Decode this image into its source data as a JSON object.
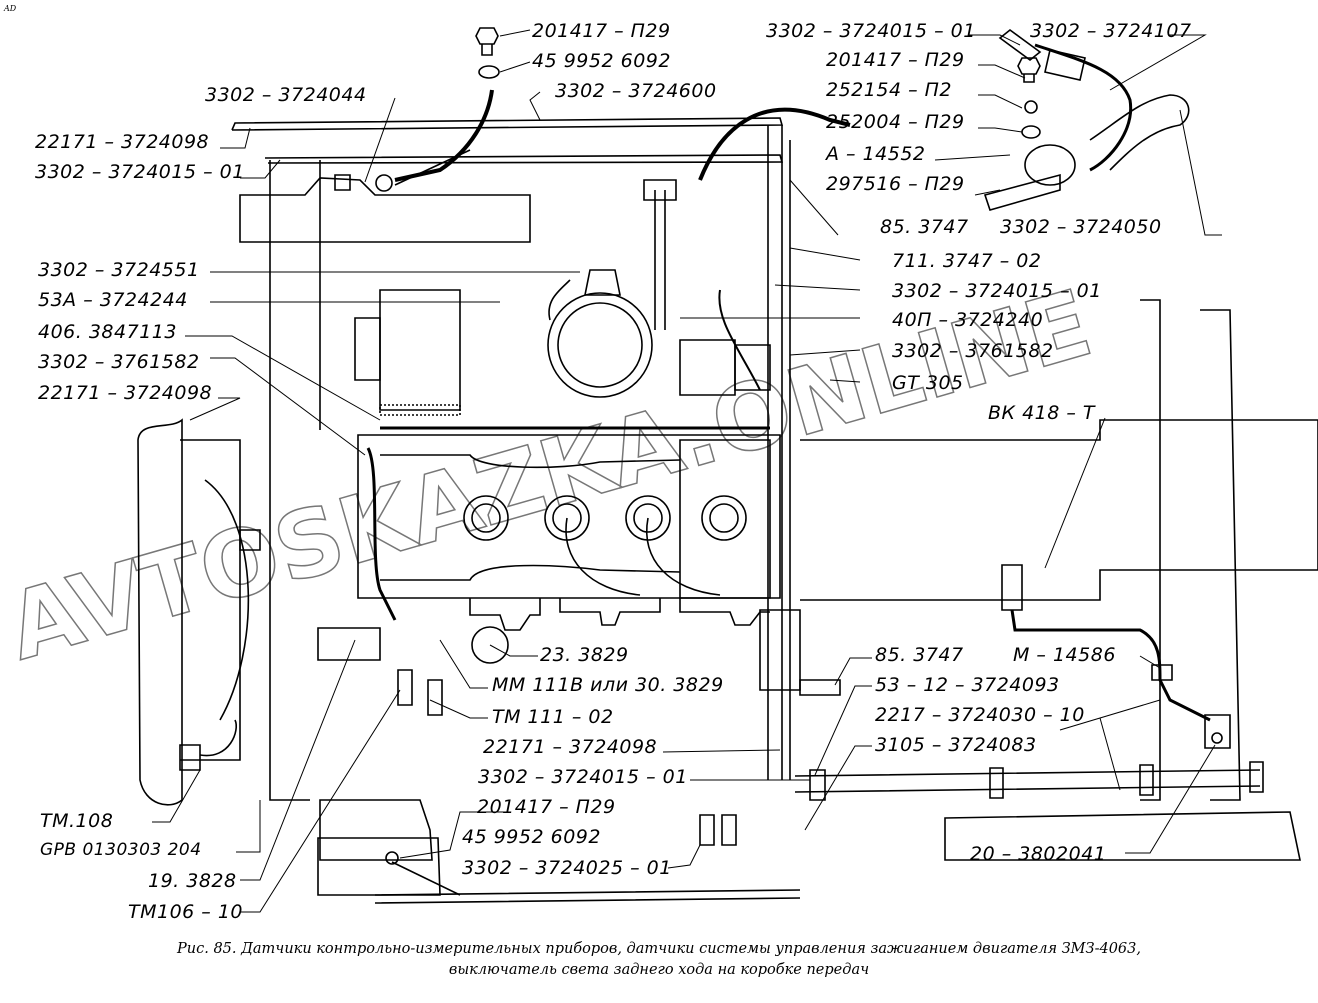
{
  "corner_mark": "AD",
  "watermark": "AVTOSKAZKA.ONLINE",
  "caption": {
    "line1": "Рис. 85. Датчики контрольно-измерительных приборов, датчики системы управления зажиганием двигателя ЗМЗ-4063,",
    "line2": "выключатель света заднего хода на коробке передач"
  },
  "labels": {
    "top_bolt": "201417 – П29",
    "top_washer": "45 9952 6092",
    "top_clip": "3302 – 3724600",
    "left_3724044": "3302 – 3724044",
    "left_22171_top": "22171 – 3724098",
    "left_3724015_top": "3302 – 3724015 – 01",
    "right_3724015_top": "3302 – 3724015 – 01",
    "right_3724107": "3302 – 3724107",
    "right_bolt": "201417 – П29",
    "right_spring_washer": "252154 – П2",
    "right_washer": "252004 – П29",
    "right_a14552": "А – 14552",
    "right_297516": "297516 – П29",
    "right_85_3747_top": "85. 3747",
    "right_3724050": "3302 – 3724050",
    "right_711_3747": "711. 3747 – 02",
    "right_3724015_mid": "3302 – 3724015 – 01",
    "right_40p": "40П – 3724240",
    "right_3761582": "3302 – 3761582",
    "right_gt305": "GT 305",
    "right_vk418": "ВК 418 – Т",
    "left_3724551": "3302 – 3724551",
    "left_53a": "53А – 3724244",
    "left_406": "406. 3847113",
    "left_3761582": "3302 – 3761582",
    "left_22171_mid": "22171 – 3724098",
    "bottom_23_3829": "23. 3829",
    "bottom_mm111v": "ММ 111В или 30. 3829",
    "bottom_tm111": "ТМ 111 – 02",
    "bottom_22171": "22171 – 3724098",
    "bottom_3724015": "3302 – 3724015 – 01",
    "bottom_bolt": "201417 – П29",
    "bottom_washer": "45 9952 6092",
    "bottom_3724025": "3302 – 3724025 – 01",
    "bottom_tm108": "ТМ.108",
    "bottom_gpb": "GPB 0130303 204",
    "bottom_19_3828": "19. 3828",
    "bottom_tm106": "ТМ106 – 10",
    "br_85_3747": "85. 3747",
    "br_m14586": "М – 14586",
    "br_53_12": "53 – 12 – 3724093",
    "br_2217": "2217 – 3724030 – 10",
    "br_3105": "3105 – 3724083",
    "br_20_3802041": "20 – 3802041"
  }
}
